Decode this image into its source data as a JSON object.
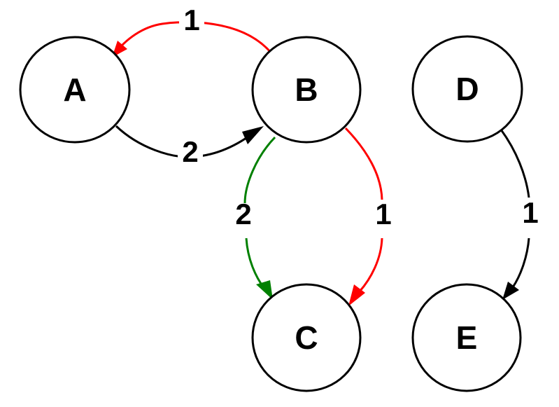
{
  "colors": {
    "background": "#ffffff",
    "node_stroke": "#000000",
    "black_edge": "#000000",
    "red_edge": "#ff0000",
    "green_edge": "#008000"
  },
  "nodes": [
    {
      "id": "A",
      "label": "A"
    },
    {
      "id": "B",
      "label": "B"
    },
    {
      "id": "C",
      "label": "C"
    },
    {
      "id": "D",
      "label": "D"
    },
    {
      "id": "E",
      "label": "E"
    }
  ],
  "edges": [
    {
      "id": "b-to-a",
      "from": "B",
      "to": "A",
      "label": "1",
      "color": "red"
    },
    {
      "id": "a-to-b",
      "from": "A",
      "to": "B",
      "label": "2",
      "color": "black"
    },
    {
      "id": "b-to-c-green",
      "from": "B",
      "to": "C",
      "label": "2",
      "color": "green"
    },
    {
      "id": "b-to-c-red",
      "from": "B",
      "to": "C",
      "label": "1",
      "color": "red"
    },
    {
      "id": "d-to-e",
      "from": "D",
      "to": "E",
      "label": "1",
      "color": "black"
    }
  ]
}
